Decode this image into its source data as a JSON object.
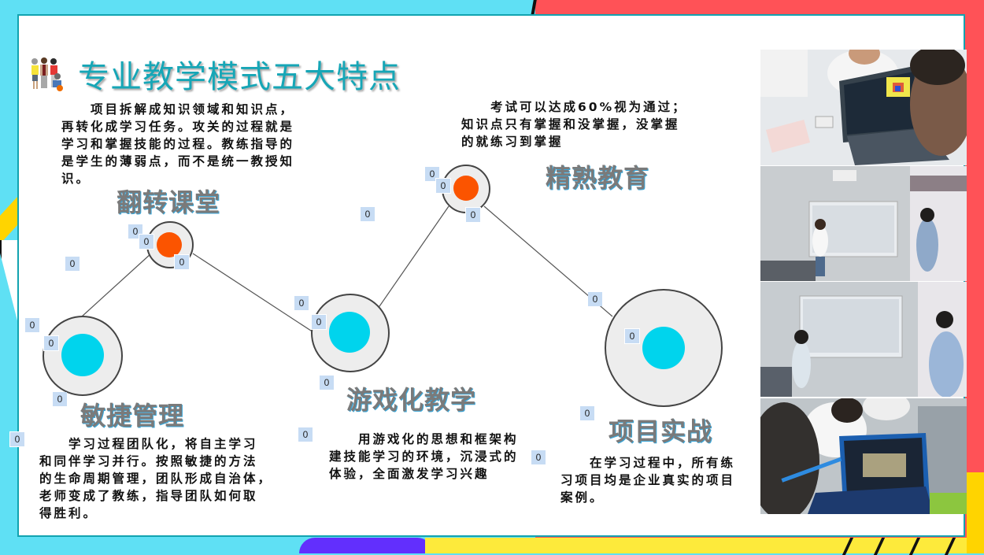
{
  "slide": {
    "title": "专业教学模式五大特点",
    "title_icon": "people-group-icon",
    "colors": {
      "title": "#16a6b6",
      "panel_border": "#12a3b0",
      "feature_label": "#7a7a7a",
      "node_small_fill": "#fb5400",
      "node_large_fill": "#00d4ed",
      "node_ring": "#ededed",
      "badge_bg": "#c7dcf4",
      "bg_cyan": "#5fe0f4",
      "bg_red": "#ff5257",
      "bg_yellow": "#fdea3b",
      "bg_purple": "#622ffd"
    }
  },
  "features": [
    {
      "label": "翻转课堂",
      "description": "　　项目拆解成知识领域和知识点，\n再转化成学习任务。攻关的过程就是\n学习和掌握技能的过程。教练指导的\n是学生的薄弱点，而不是统一教授知\n识。"
    },
    {
      "label": "精熟教育",
      "description": "　　考试可以达成60%视为通过；\n知识点只有掌握和没掌握，没掌握\n的就练习到掌握"
    },
    {
      "label": "敏捷管理",
      "description": "　　学习过程团队化，将自主学习\n和同伴学习并行。按照敏捷的方法\n的生命周期管理，团队形成自治体，\n老师变成了教练，指导团队如何取\n得胜利。"
    },
    {
      "label": "游戏化教学",
      "description": "　　用游戏化的思想和框架构\n建技能学习的环境，沉浸式的\n体验，全面激发学习兴趣"
    },
    {
      "label": "项目实战",
      "description": "　　在学习过程中，所有练\n习项目均是企业真实的项目\n案例。"
    }
  ],
  "badges": [
    "0",
    "0",
    "0",
    "0",
    "0",
    "0",
    "0",
    "0",
    "0",
    "0",
    "0",
    "0",
    "0",
    "0",
    "0",
    "0",
    "0",
    "0",
    "0",
    "0",
    "0"
  ],
  "photos": [
    {
      "name": "photo-students-laptop"
    },
    {
      "name": "photo-whiteboard-presentation-1"
    },
    {
      "name": "photo-whiteboard-presentation-2"
    },
    {
      "name": "photo-students-coding"
    }
  ]
}
